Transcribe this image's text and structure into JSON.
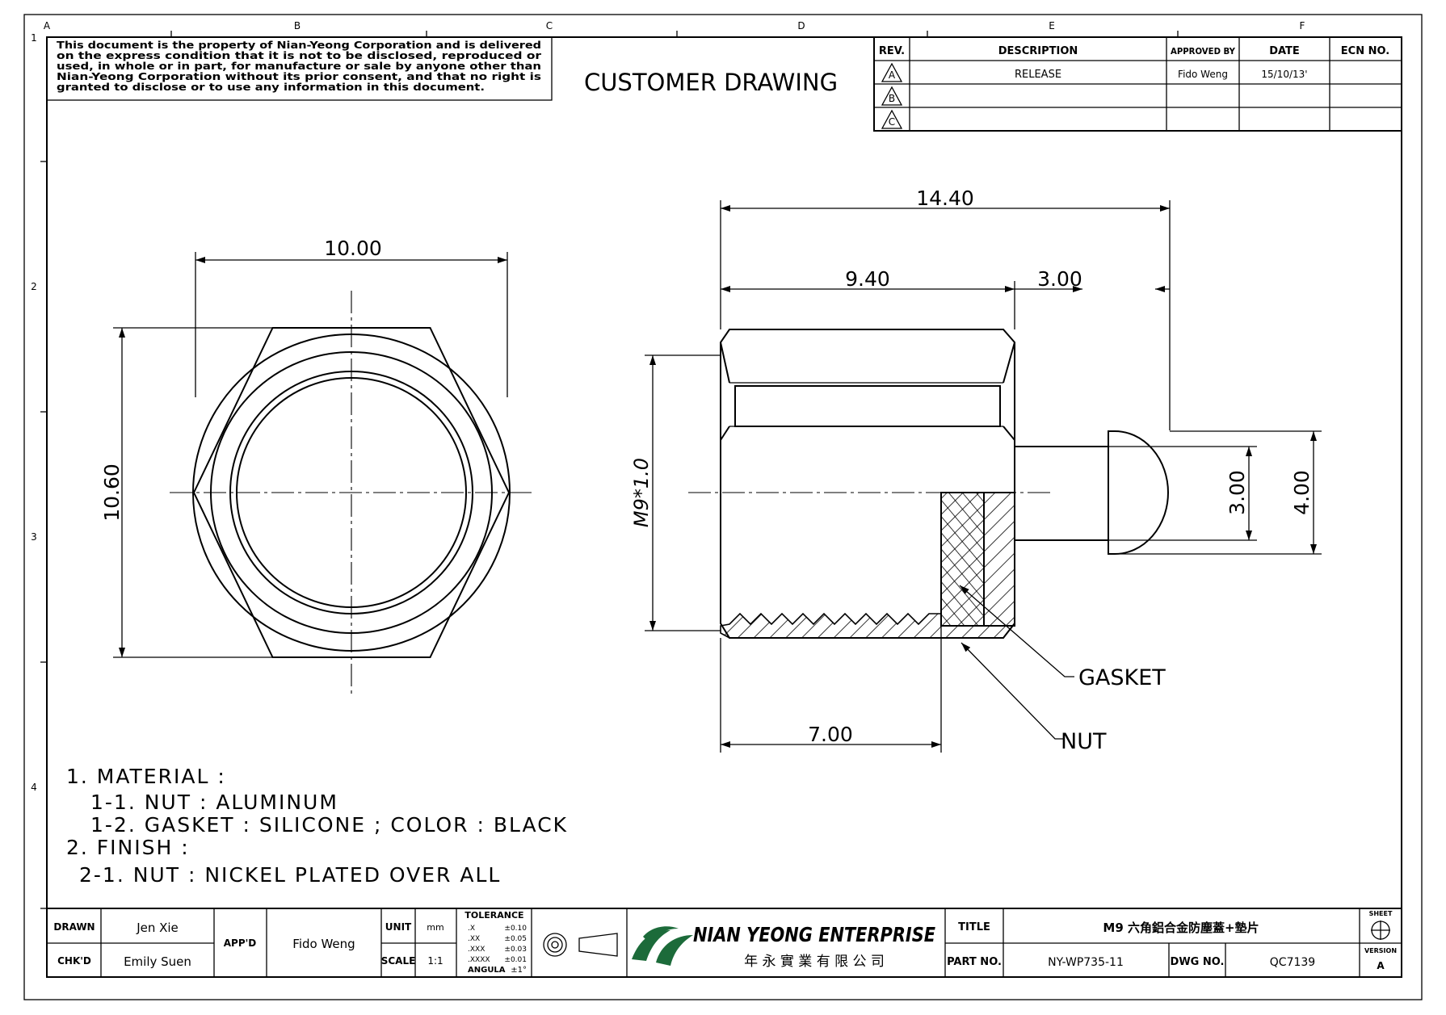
{
  "sheet": {
    "zone_columns": [
      "A",
      "B",
      "C",
      "D",
      "E",
      "F"
    ],
    "zone_rows": [
      "1",
      "2",
      "3",
      "4"
    ]
  },
  "notice": {
    "lines": [
      "This document is the property of Nian-Yeong Corporation and is delivered",
      "on the express condition that it is not to be disclosed, reproduced or",
      "used, in whole or in part, for manufacture or sale by anyone other than",
      "Nian-Yeong Corporation without its prior consent, and that no right is",
      "granted to disclose or to use any information in this document."
    ]
  },
  "heading": "CUSTOMER DRAWING",
  "revision_table": {
    "headers": [
      "REV.",
      "DESCRIPTION",
      "APPROVED BY",
      "DATE",
      "ECN NO."
    ],
    "rows": [
      [
        "A",
        "RELEASE",
        "Fido Weng",
        "15/10/13'",
        ""
      ],
      [
        "B",
        "",
        "",
        "",
        ""
      ],
      [
        "C",
        "",
        "",
        "",
        ""
      ]
    ]
  },
  "dimensions": {
    "front_width": "10.00",
    "front_height": "10.60",
    "overall_length": "14.40",
    "body_length": "9.40",
    "cap_length": "3.00",
    "thread": "M9*1.0",
    "cap_inner_dia": "3.00",
    "cap_outer_dia": "4.00",
    "nut_length": "7.00"
  },
  "callouts": [
    "GASKET",
    "NUT"
  ],
  "notes": [
    "1. MATERIAL :",
    "1-1. NUT : ALUMINUM",
    "1-2. GASKET : SILICONE ; COLOR : BLACK",
    "2. FINISH :",
    "2-1. NUT : NICKEL PLATED OVER ALL"
  ],
  "title_block": {
    "drawn_label": "DRAWN",
    "drawn_by": "Jen Xie",
    "chkd_label": "CHK'D",
    "chkd_by": "Emily Suen",
    "appd_label": "APP'D",
    "appd_by": "Fido Weng",
    "unit_label": "UNIT",
    "unit_value": "mm",
    "scale_label": "SCALE",
    "scale_value": "1:1",
    "tolerance_title": "TOLERANCE",
    "tolerances": [
      [
        ".X",
        "±0.10"
      ],
      [
        ".XX",
        "±0.05"
      ],
      [
        ".XXX",
        "±0.03"
      ],
      [
        ".XXXX",
        "±0.01"
      ],
      [
        "ANGULA",
        "±1°"
      ]
    ],
    "company_name": "NIAN YEONG ENTERPRISE",
    "company_cn": "年 永 實 業 有 限 公 司",
    "title_label": "TITLE",
    "title_value": "M9 六角鋁合金防塵蓋+墊片",
    "part_no_label": "PART NO.",
    "part_no": "NY-WP735-11",
    "dwg_no_label": "DWG NO.",
    "dwg_no": "QC7139",
    "sheet_label": "SHEET",
    "version_label": "VERSION",
    "version_value": "A"
  }
}
